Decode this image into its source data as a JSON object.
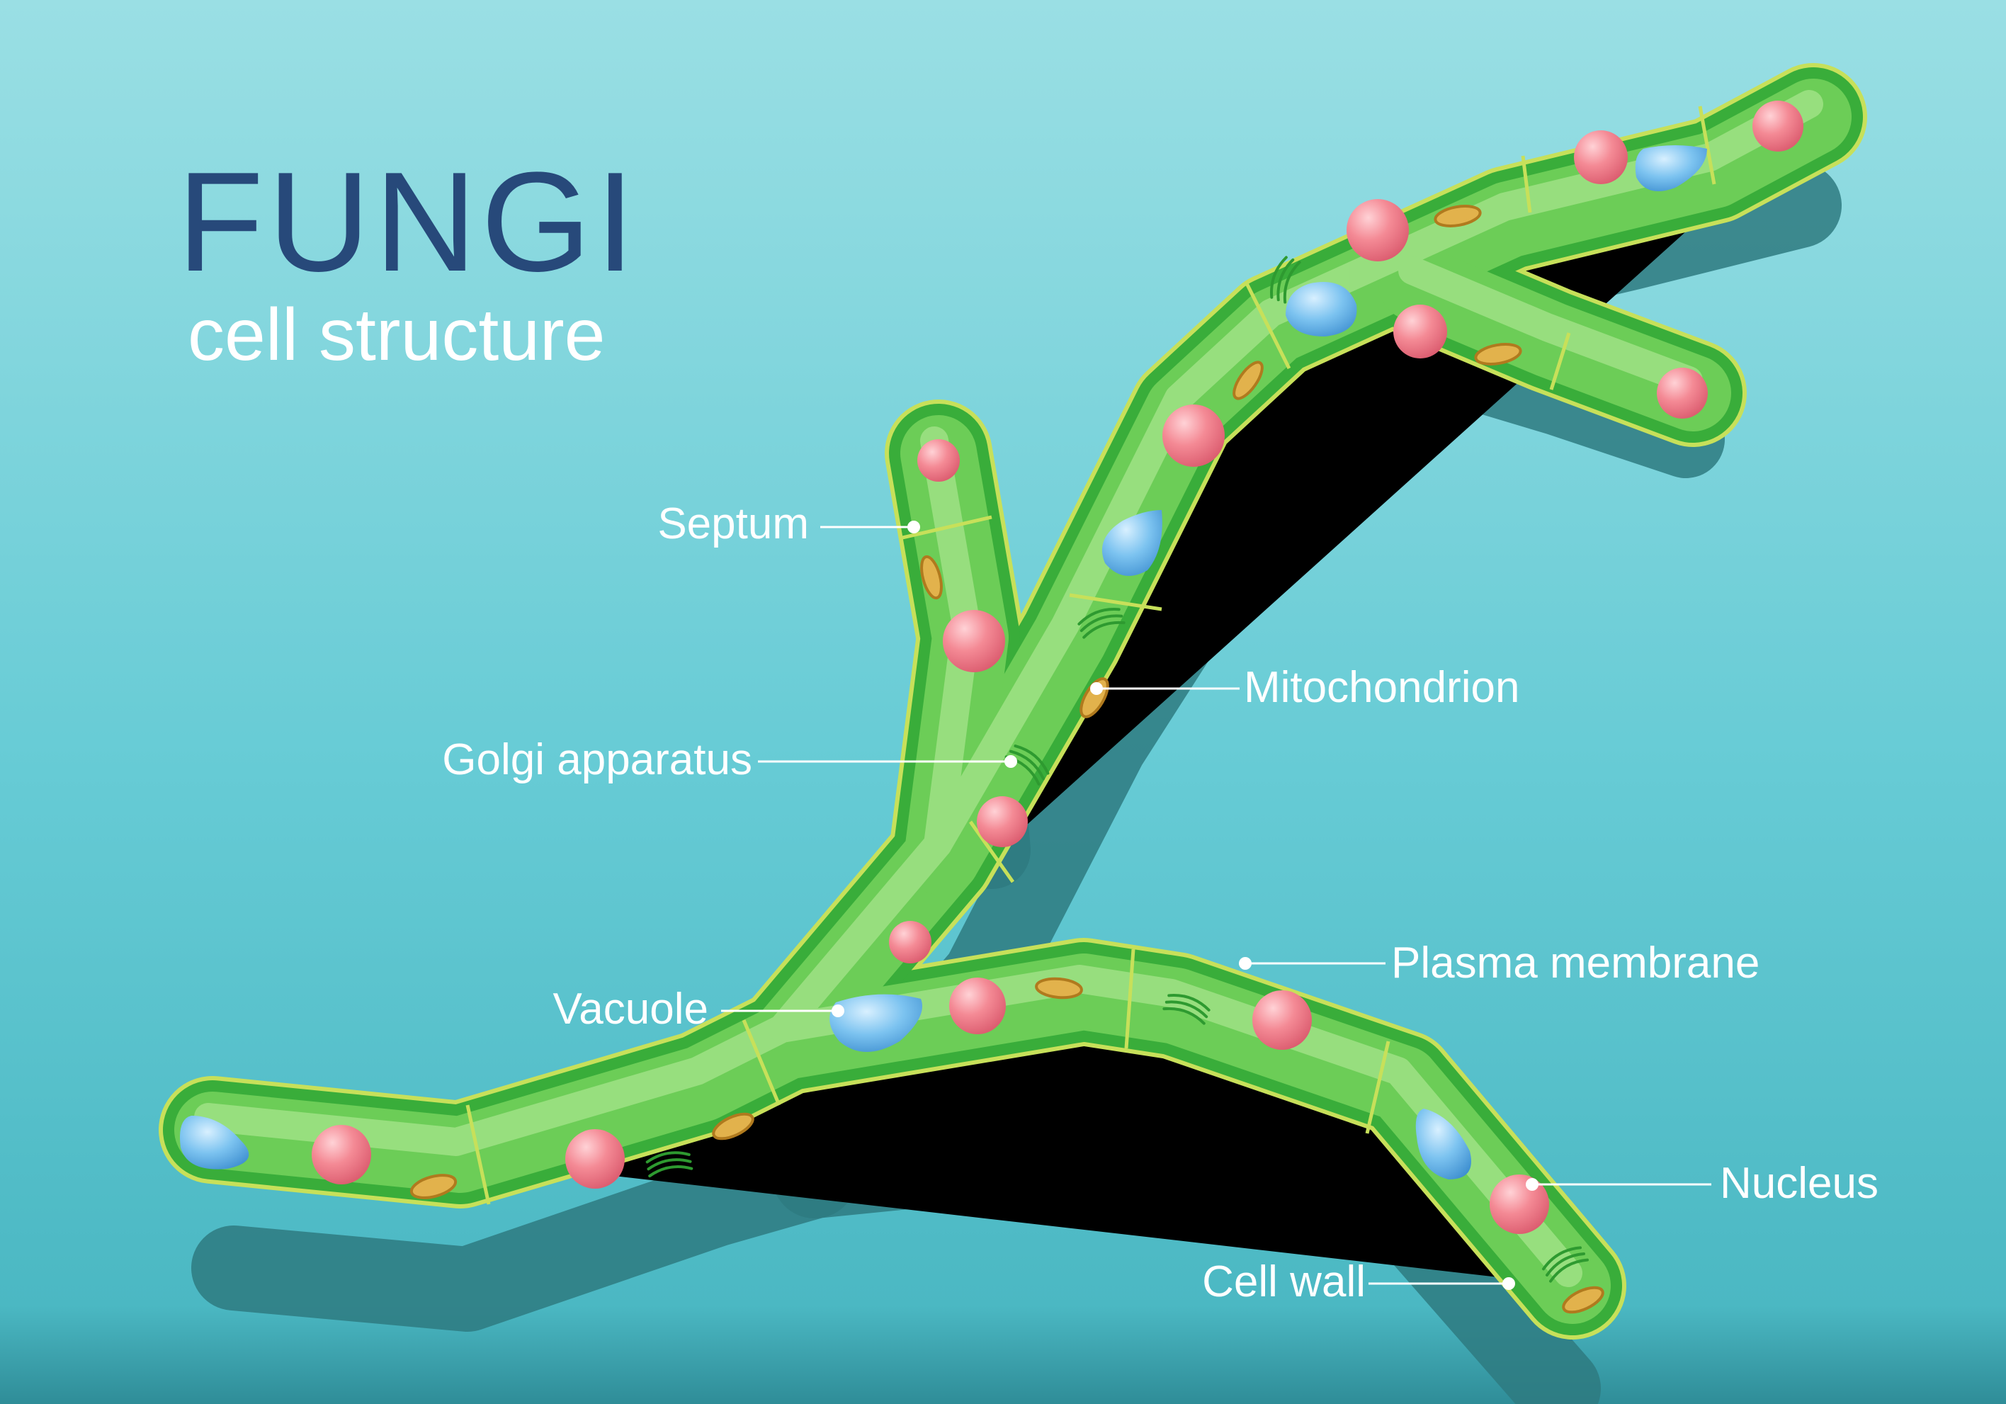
{
  "title": "FUNGI",
  "subtitle": "cell structure",
  "labels": {
    "septum": "Septum",
    "mitochondrion": "Mitochondrion",
    "golgi": "Golgi apparatus",
    "plasma_membrane": "Plasma membrane",
    "vacuole": "Vacuole",
    "nucleus": "Nucleus",
    "cell_wall": "Cell wall"
  },
  "colors": {
    "background_top": "#9adfe4",
    "background_bottom": "#4fbcc6",
    "title": "#27497a",
    "hypha": "#6ccd57",
    "cell_wall": "#c7e05a",
    "nucleus": "#f07a87",
    "vacuole": "#6db8ea",
    "mitochondrion": "#e2b24c"
  }
}
